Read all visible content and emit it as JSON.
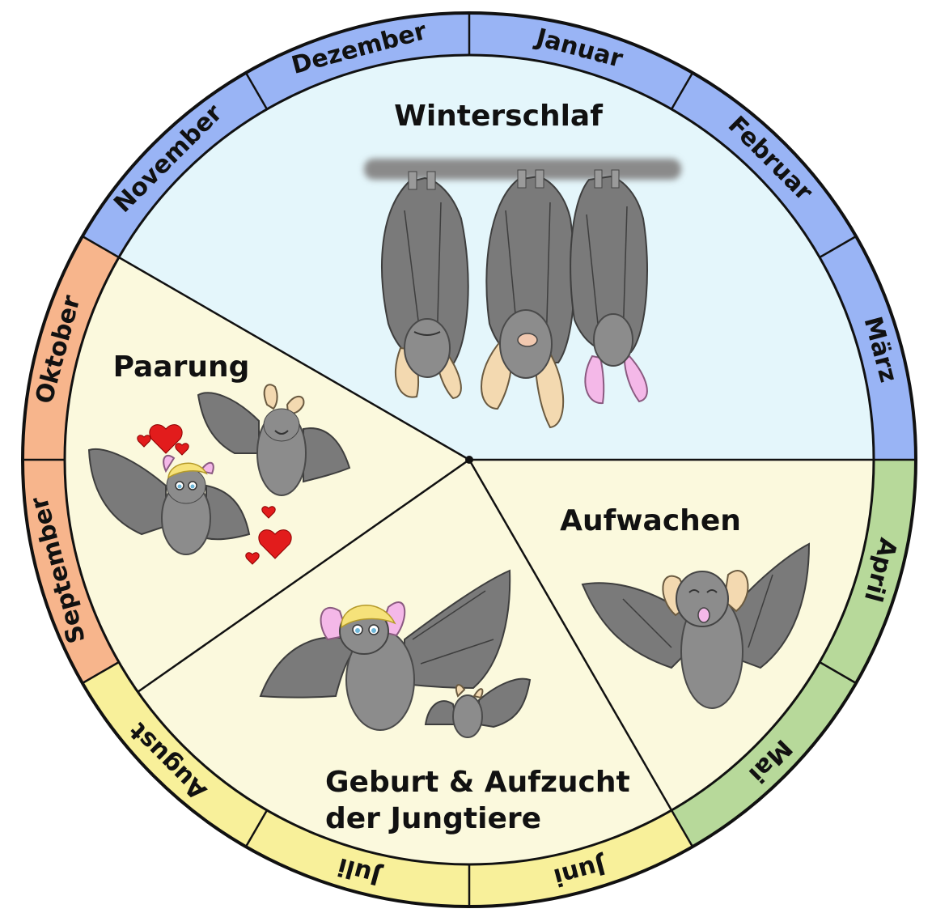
{
  "months": [
    "Januar",
    "Februar",
    "März",
    "April",
    "Mai",
    "Juni",
    "Juli",
    "August",
    "September",
    "Oktober",
    "November",
    "Dezember"
  ],
  "phases": {
    "winter": {
      "label": "Winterschlaf"
    },
    "mating": {
      "label": "Paarung"
    },
    "wake": {
      "label": "Aufwachen"
    },
    "birth": {
      "line1": "Geburt & Aufzucht",
      "line2": "der Jungtiere"
    }
  },
  "colors": {
    "winter_ring": "#99b4f5",
    "spring_ring": "#b7d99a",
    "summer_ring": "#f8f09a",
    "autumn_ring": "#f7b58c",
    "winter_sector": "#e4f6fb",
    "other_sector": "#fbf9dd"
  }
}
